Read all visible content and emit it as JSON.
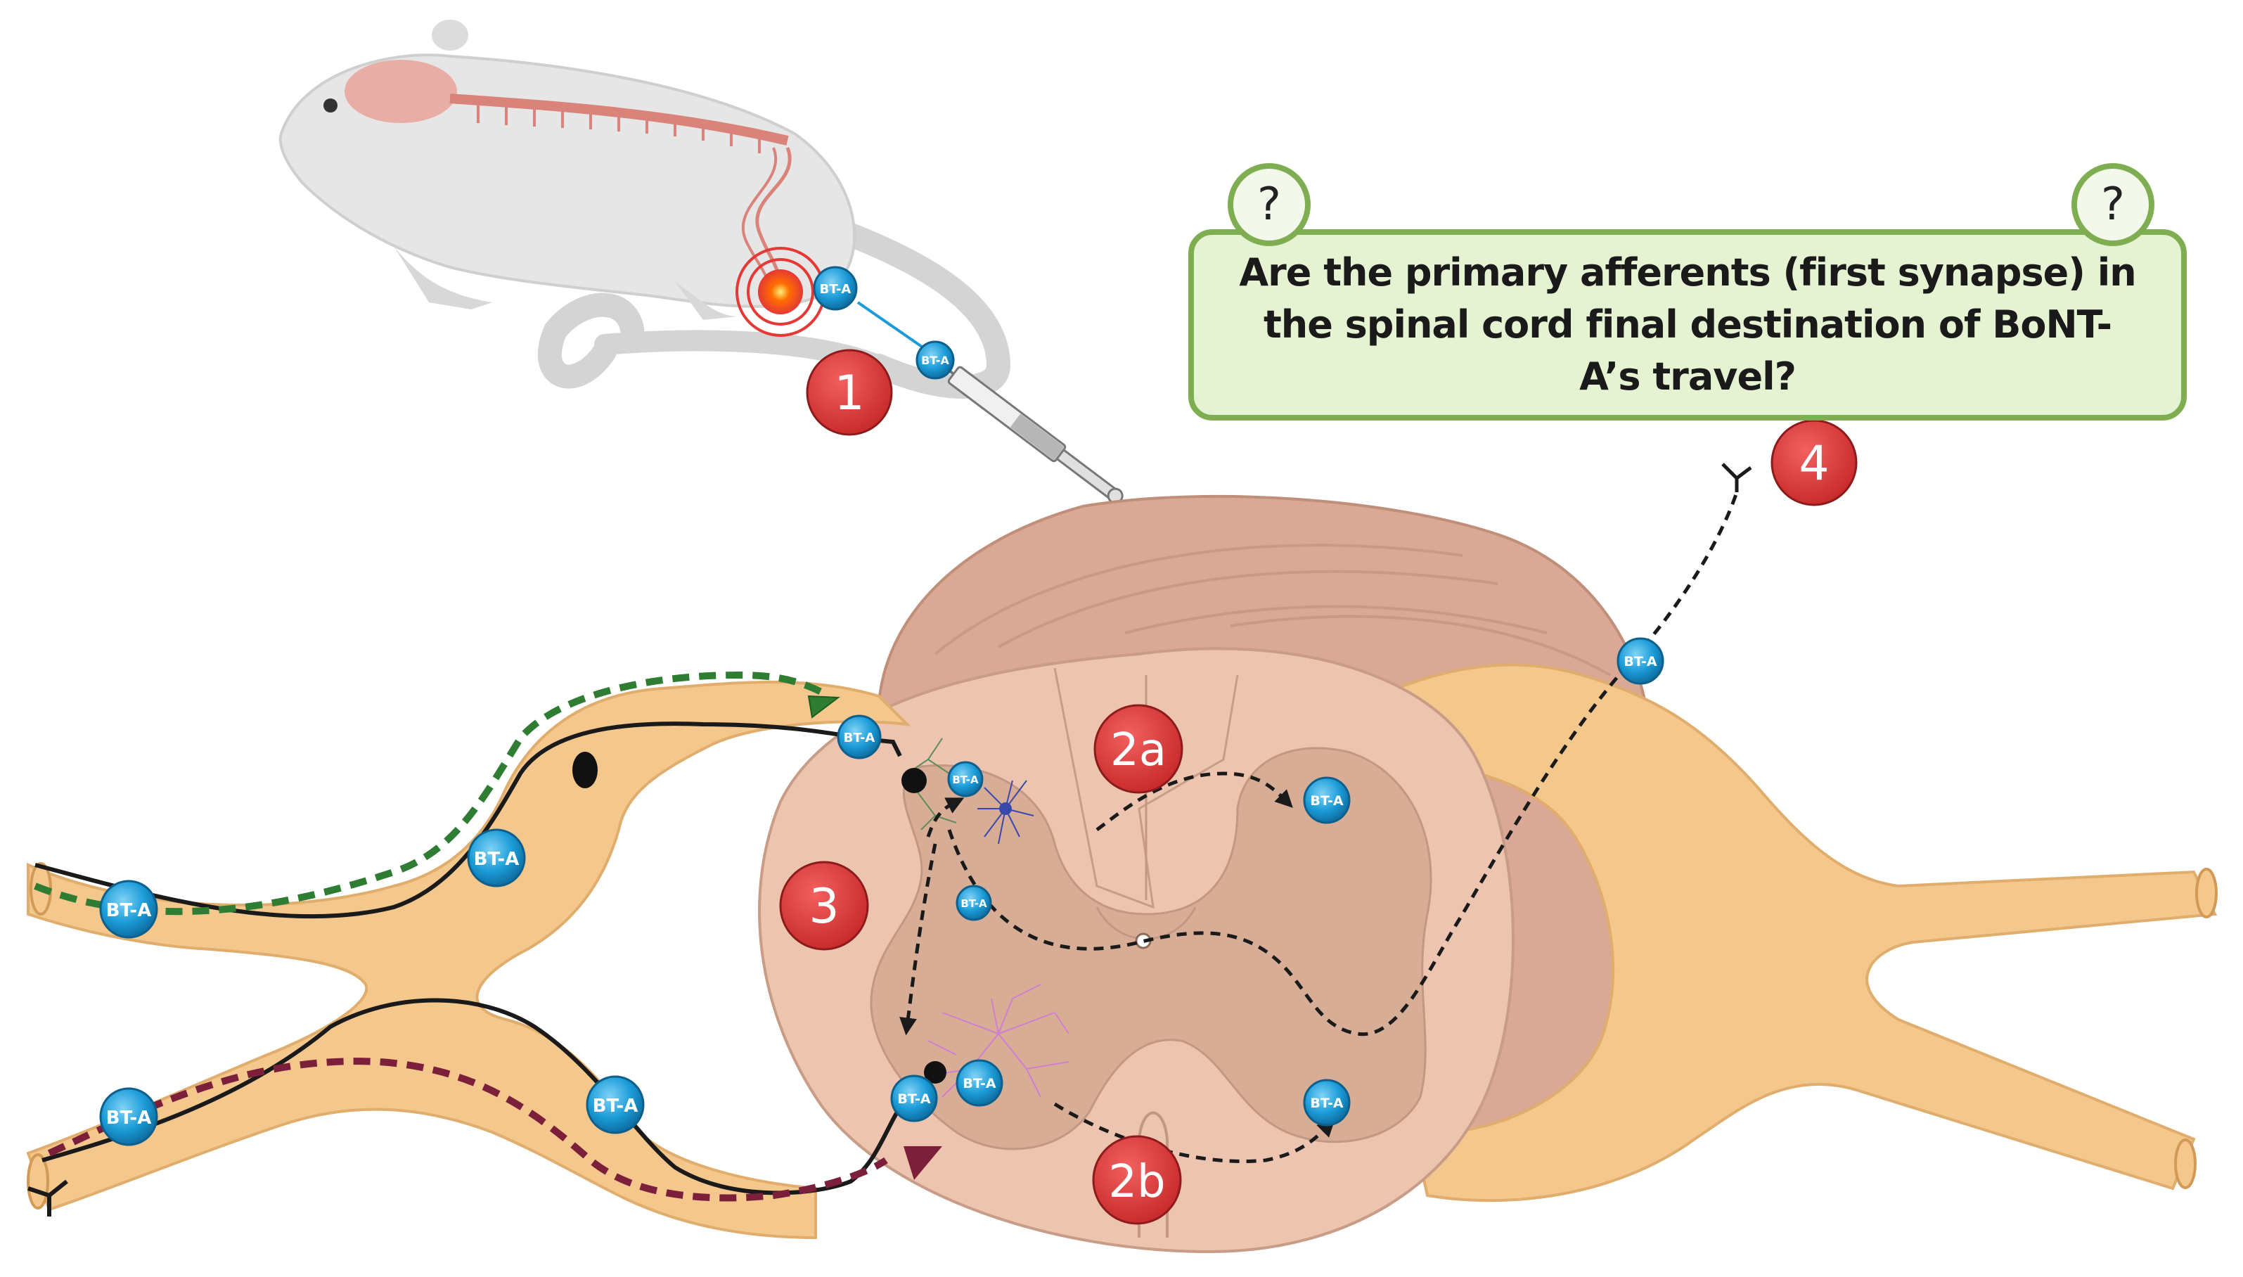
{
  "question": {
    "text": "Are the primary afferents (first synapse) in the spinal cord final destination of BoNT-A’s travel?",
    "bubble_symbol": "?"
  },
  "steps": {
    "s1": "1",
    "s2a": "2a",
    "s2b": "2b",
    "s3": "3",
    "s4": "4"
  },
  "toxin_label": "BT-A",
  "colors": {
    "nerve": "#f4c78d",
    "cord_outer": "#ecc4b0",
    "cord_back": "#d9a995",
    "gray_matter": "#d8ad96",
    "step_marker": "#d63838",
    "toxin": "#1b9bd7",
    "question_fill": "#e6f3d3",
    "question_border": "#7fae52",
    "green_path": "#2e7d32",
    "maroon_path": "#7b1f3a"
  }
}
